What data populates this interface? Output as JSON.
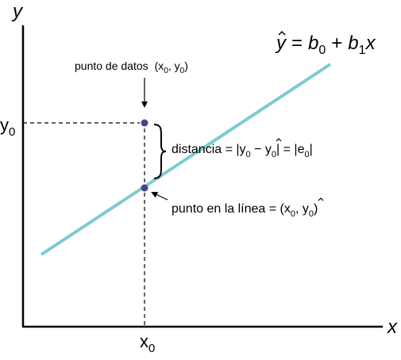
{
  "axes": {
    "x_label": "x",
    "y_label": "y",
    "x0_tick": "x",
    "x0_sub": "0",
    "y0_tick": "y",
    "y0_sub": "0"
  },
  "equation": {
    "yhat": "y",
    "eq": "=",
    "b": "b",
    "sub0": "0",
    "plus": "+",
    "sub1": "1",
    "x": "x"
  },
  "data_point_label": {
    "text": "punto de datos",
    "open": "(x",
    "sub_x": "0",
    "mid": ", y",
    "sub_y": "0",
    "close": ")"
  },
  "distance_label": {
    "text": "distancia = |y",
    "sub1": "0",
    "minus": " − ",
    "yhat": "y",
    "sub2": "0",
    "mid": "| = |e",
    "sub3": "0",
    "close": "|"
  },
  "line_point_label": {
    "text": "punto en la línea = (x",
    "sub_x": "0",
    "mid": ", ",
    "yhat": "y",
    "sub_y": "0",
    "close": ")"
  },
  "colors": {
    "regression_line": "#7ecbcf",
    "points": "#4b3f8f",
    "axes": "#000000",
    "dashed": "#000000"
  }
}
